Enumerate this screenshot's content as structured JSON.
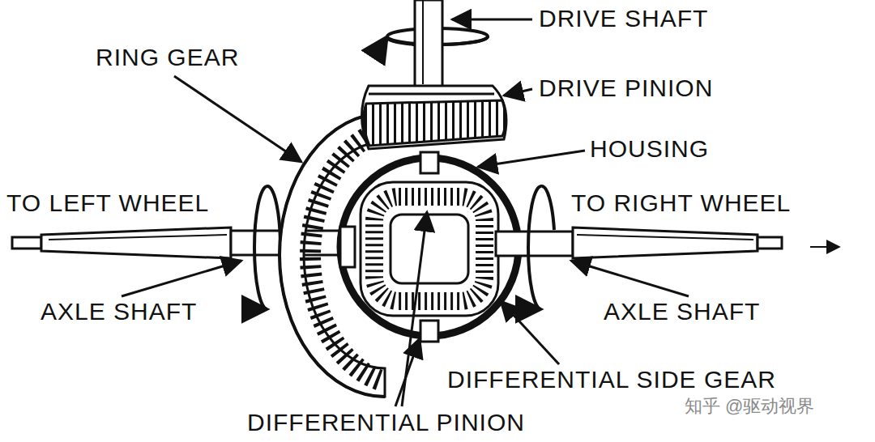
{
  "diagram": {
    "labels": [
      "DRIVE SHAFT",
      "RING GEAR",
      "DRIVE PINION",
      "HOUSING",
      "TO LEFT WHEEL",
      "TO RIGHT WHEEL",
      "AXLE SHAFT",
      "AXLE SHAFT",
      "DIFFERENTIAL SIDE GEAR",
      "DIFFERENTIAL PINION",
      "知乎 @驱动视界"
    ]
  }
}
